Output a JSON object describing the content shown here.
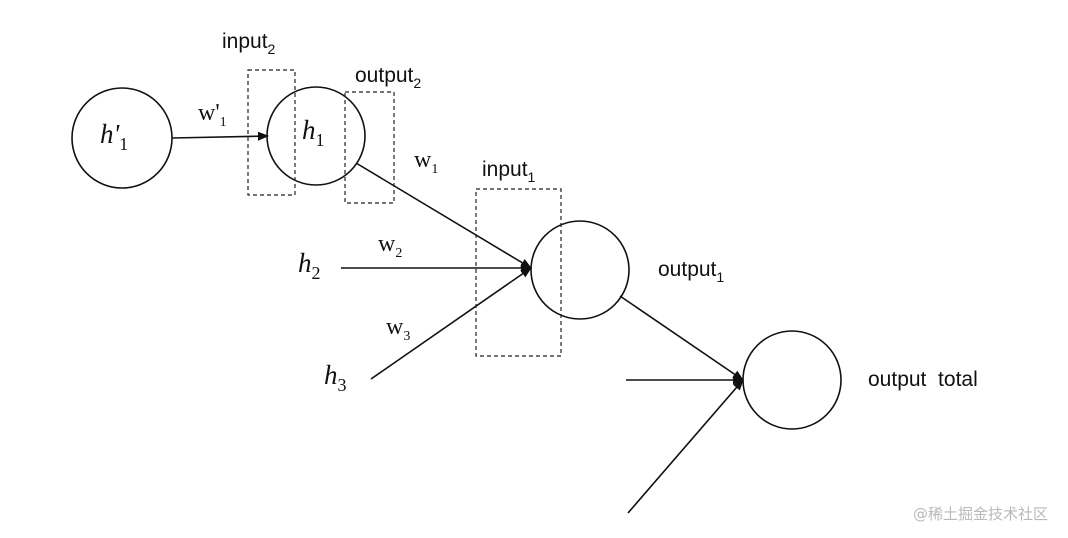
{
  "diagram": {
    "nodes": {
      "h_prime_1": {
        "label": "h'",
        "sub": "1"
      },
      "h_1": {
        "label": "h",
        "sub": "1"
      },
      "h_2": {
        "label": "h",
        "sub": "2"
      },
      "h_3": {
        "label": "h",
        "sub": "3"
      }
    },
    "weights": {
      "w_prime_1": {
        "label": "w'",
        "sub": "1"
      },
      "w_1": {
        "label": "w",
        "sub": "1"
      },
      "w_2": {
        "label": "w",
        "sub": "2"
      },
      "w_3": {
        "label": "w",
        "sub": "3"
      }
    },
    "regions": {
      "input_2": {
        "label": "input",
        "sub": "2"
      },
      "output_2": {
        "label": "output",
        "sub": "2"
      },
      "input_1": {
        "label": "input",
        "sub": "1"
      },
      "output_1": {
        "label": "output",
        "sub": "1"
      }
    },
    "output_total": "output  total"
  },
  "watermark": "@稀土掘金技术社区"
}
